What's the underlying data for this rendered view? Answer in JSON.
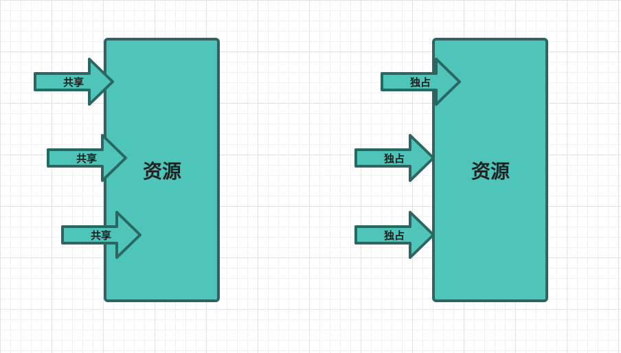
{
  "colors": {
    "fill": "#4fc4b8",
    "stroke": "#2a6762",
    "text": "#222222"
  },
  "left_group": {
    "resource_label": "资源",
    "arrows": [
      {
        "label": "共享"
      },
      {
        "label": "共享"
      },
      {
        "label": "共享"
      }
    ]
  },
  "right_group": {
    "resource_label": "资源",
    "arrows": [
      {
        "label": "独占"
      },
      {
        "label": "独占"
      },
      {
        "label": "独占"
      }
    ]
  }
}
